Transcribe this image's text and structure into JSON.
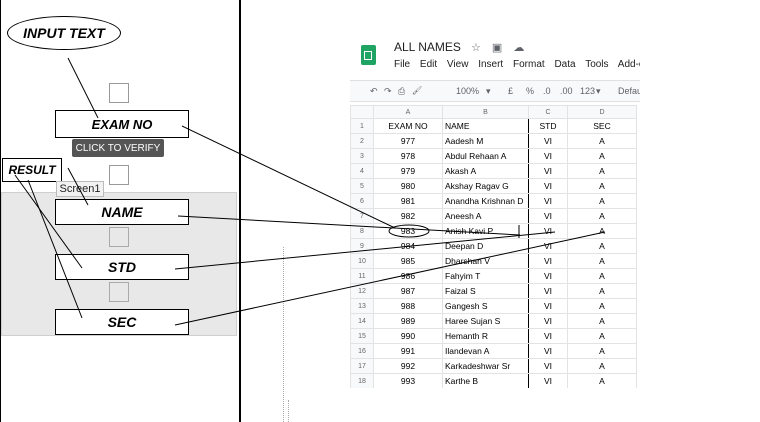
{
  "diagram": {
    "input_text": "INPUT TEXT",
    "exam_no": "EXAM NO",
    "verify_button": "CLICK TO VERIFY",
    "result": "RESULT",
    "screen_label": "Screen1",
    "name": "NAME",
    "std": "STD",
    "sec": "SEC"
  },
  "sheet": {
    "title": "ALL NAMES",
    "title_icons": "☆ ▣ ☁",
    "menu": [
      "File",
      "Edit",
      "View",
      "Insert",
      "Format",
      "Data",
      "Tools",
      "Add-o"
    ],
    "toolbar": {
      "undo": "↶",
      "redo": "↷",
      "print": "⎙",
      "paint": "🖌",
      "zoom": "100%",
      "zoom_caret": "▾",
      "currency": "£",
      "percent": "%",
      "dec_less": ".0",
      "dec_more": ".00",
      "format": "123",
      "format_caret": "▾",
      "font": "Defau"
    },
    "col_headers": [
      "A",
      "B",
      "C",
      "D"
    ],
    "rows": [
      {
        "n": "1",
        "a": "EXAM NO",
        "b": "NAME",
        "c": "STD",
        "d": "SEC"
      },
      {
        "n": "2",
        "a": "977",
        "b": "Aadesh M",
        "c": "VI",
        "d": "A"
      },
      {
        "n": "3",
        "a": "978",
        "b": "Abdul Rehaan A",
        "c": "VI",
        "d": "A"
      },
      {
        "n": "4",
        "a": "979",
        "b": "Akash A",
        "c": "VI",
        "d": "A"
      },
      {
        "n": "5",
        "a": "980",
        "b": "Akshay Ragav G",
        "c": "VI",
        "d": "A"
      },
      {
        "n": "6",
        "a": "981",
        "b": "Anandha Krishnan D",
        "c": "VI",
        "d": "A"
      },
      {
        "n": "7",
        "a": "982",
        "b": "Aneesh A",
        "c": "VI",
        "d": "A"
      },
      {
        "n": "8",
        "a": "983",
        "b": "Anish Kavi P",
        "c": "VI",
        "d": "A"
      },
      {
        "n": "9",
        "a": "984",
        "b": "Deepan D",
        "c": "VI",
        "d": "A"
      },
      {
        "n": "10",
        "a": "985",
        "b": "Dharshan V",
        "c": "VI",
        "d": "A"
      },
      {
        "n": "11",
        "a": "986",
        "b": "Fahyim T",
        "c": "VI",
        "d": "A"
      },
      {
        "n": "12",
        "a": "987",
        "b": "Faizal S",
        "c": "VI",
        "d": "A"
      },
      {
        "n": "13",
        "a": "988",
        "b": "Gangesh S",
        "c": "VI",
        "d": "A"
      },
      {
        "n": "14",
        "a": "989",
        "b": "Haree Sujan S",
        "c": "VI",
        "d": "A"
      },
      {
        "n": "15",
        "a": "990",
        "b": "Hemanth R",
        "c": "VI",
        "d": "A"
      },
      {
        "n": "16",
        "a": "991",
        "b": "Ilandevan A",
        "c": "VI",
        "d": "A"
      },
      {
        "n": "17",
        "a": "992",
        "b": "Karkadeshwar Sr",
        "c": "VI",
        "d": "A"
      },
      {
        "n": "18",
        "a": "993",
        "b": "Karthe B",
        "c": "VI",
        "d": "A"
      }
    ]
  }
}
